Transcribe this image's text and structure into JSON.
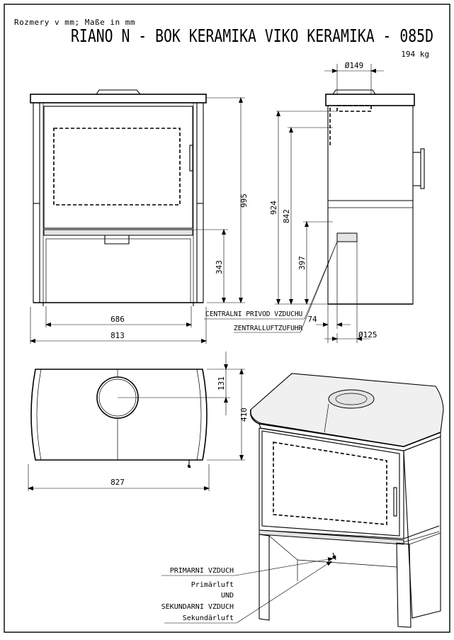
{
  "header": {
    "units": "Rozmery v mm; Maße in mm",
    "title": "RIANO N - BOK KERAMIKA VIKO KERAMIKA - 085D",
    "weight": "194 kg"
  },
  "front_view": {
    "height_total": "995",
    "height_base": "343",
    "width_inner": "686",
    "width_total": "813"
  },
  "side_view": {
    "flue_diameter": "Ø149",
    "height_924": "924",
    "height_842": "842",
    "height_397": "397",
    "offset_74": "74",
    "inlet_diameter": "Ø125",
    "central_air_cz": "CENTRALNI PRIVOD VZDUCHU",
    "central_air_de": "ZENTRALLUFTZUFUHR"
  },
  "top_view": {
    "depth_131": "131",
    "depth_410": "410",
    "width_827": "827"
  },
  "iso_view": {
    "primary_cz": "PRIMARNI VZDUCH",
    "primary_de": "Primärluft",
    "and": "UND",
    "secondary_cz": "SEKUNDARNI VZDUCH",
    "secondary_de": "Sekundärluft"
  }
}
